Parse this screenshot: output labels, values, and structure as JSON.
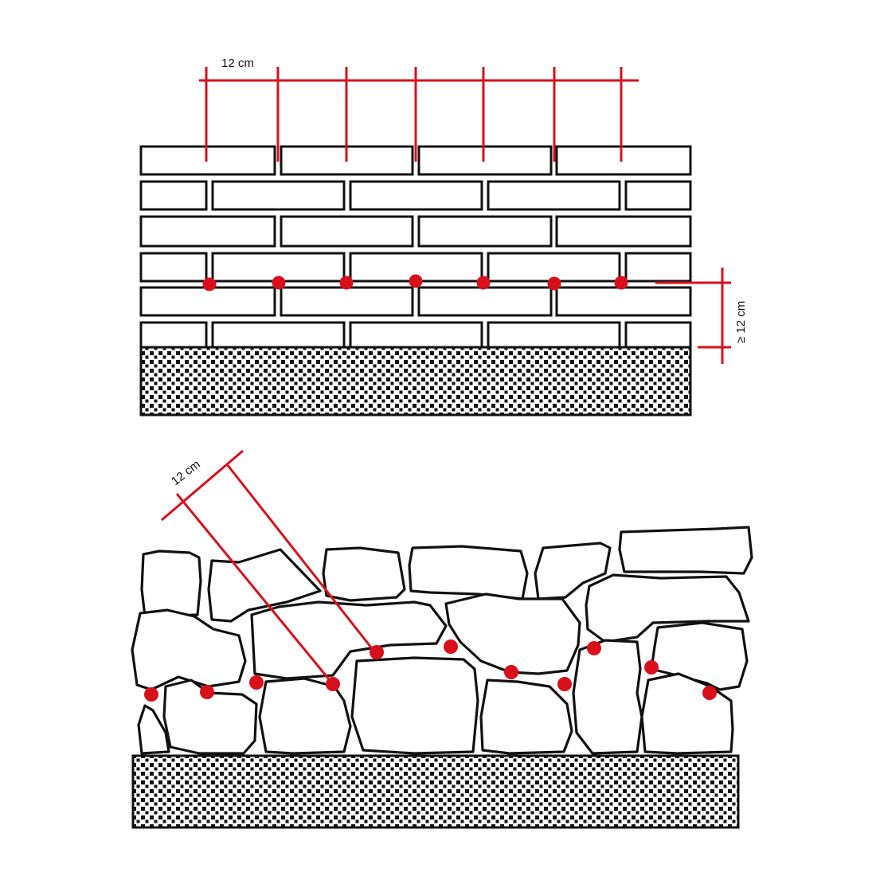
{
  "labels": {
    "brick_spacing": "12 cm",
    "height_min": "≥ 12 cm",
    "stone_spacing": "12 cm"
  },
  "colors": {
    "outline": "#111111",
    "marker": "#d8101c",
    "background": "#ffffff"
  }
}
